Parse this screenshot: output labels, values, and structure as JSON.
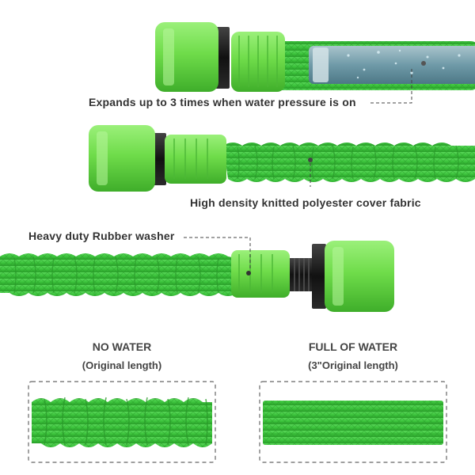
{
  "callouts": {
    "expands": "Expands up to 3 times when water pressure is on",
    "fabric": "High density knitted polyester cover fabric",
    "washer": "Heavy duty Rubber washer"
  },
  "comparison": {
    "left": {
      "title": "NO WATER",
      "subtitle": "(Original length)"
    },
    "right": {
      "title": "FULL OF WATER",
      "subtitle": "(3\"Original length)"
    }
  },
  "colors": {
    "fitting_green": "#6fdc4a",
    "hose_green": "#3cc83c",
    "black_washer": "#1a1a1a",
    "inner_tube": "#6f9aa8"
  }
}
